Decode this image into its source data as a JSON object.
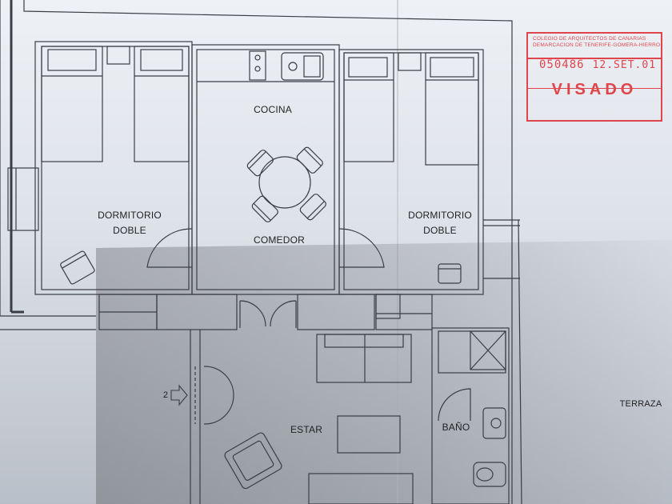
{
  "rooms": {
    "cocina": "COCINA",
    "comedor": "COMEDOR",
    "dormitorio_left_line1": "DORMITORIO",
    "dormitorio_left_line2": "DOBLE",
    "dormitorio_right_line1": "DORMITORIO",
    "dormitorio_right_line2": "DOBLE",
    "estar": "ESTAR",
    "bano": "BAÑO",
    "terraza": "TERRAZA"
  },
  "entry_marker": "2",
  "stamp": {
    "line1": "COLEGIO DE ARQUITECTOS DE CANARIAS",
    "line2": "DEMARCACION DE TENERIFE-GOMERA-HIERRO",
    "code": "050486",
    "date": "12.SET.01",
    "status": "VISADO"
  },
  "colors": {
    "paper": "#d8dde4",
    "line": "#3a3d44",
    "stamp": "#e0454c"
  }
}
